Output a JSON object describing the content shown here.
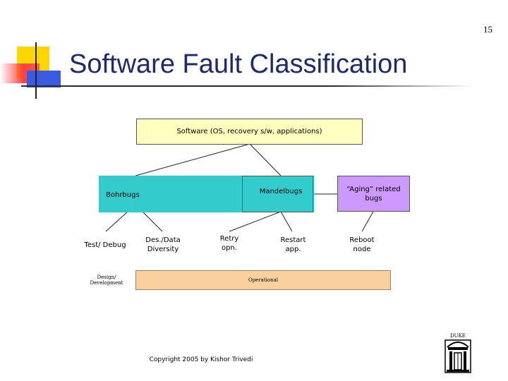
{
  "page_number": "15",
  "title": "Software Fault Classification",
  "diagram": {
    "root": "Software (OS, recovery s/w, applications)",
    "bohrbugs": "Bohrbugs",
    "mandelbugs": "Mandelbugs",
    "aging": "“Aging” related bugs",
    "test_debug": "Test/ Debug",
    "des_data_diversity": "Des./Data Diversity",
    "retry": "Retry opn.",
    "restart": "Restart app.",
    "reboot": "Reboot node",
    "design_development": "Design/ Development",
    "operational": "Operational"
  },
  "copyright": "Copyright 2005 by Kishor Trivedi",
  "logo_text": "DUKE",
  "colors": {
    "root": "#ffffc0",
    "bohrbugs": "#33cccc",
    "mandelbugs": "#33cccc",
    "aging": "#cc99ff",
    "phase_bar": "#fad09c",
    "title": "#1f2a6e"
  }
}
